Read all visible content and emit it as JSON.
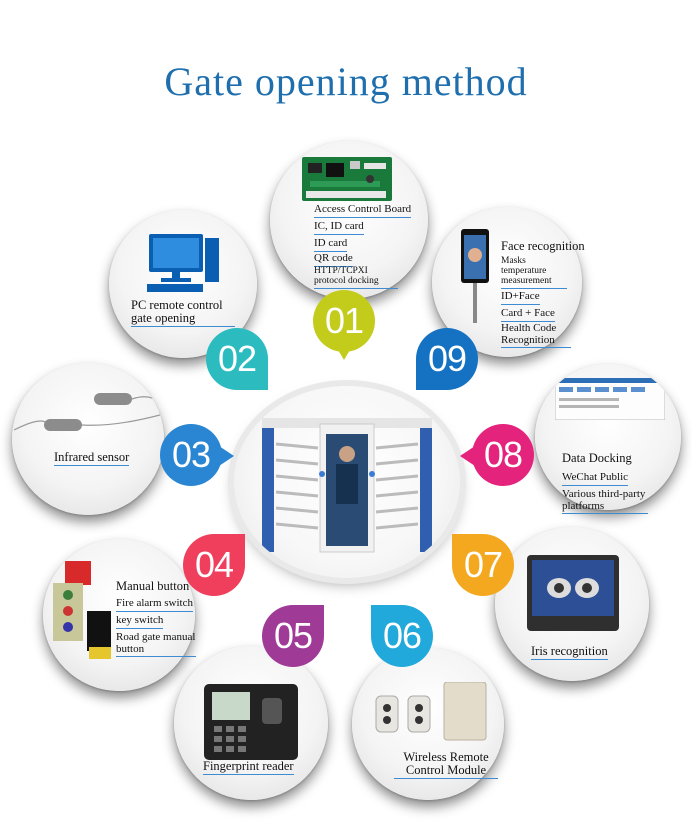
{
  "title": "Gate opening method",
  "colors": {
    "title": "#1f6fae",
    "m01": "#c4cc1b",
    "m02": "#2cbcc0",
    "m03": "#2a86d3",
    "m04": "#ef3f5d",
    "m05": "#a03a97",
    "m06": "#21a9dc",
    "m07": "#f4a81f",
    "m08": "#e4237d",
    "m09": "#1572c2"
  },
  "center": {
    "name": "turnstile-gate-image"
  },
  "methods": [
    {
      "num": "01",
      "heading": "Access Control Board",
      "items": [
        "IC, ID card",
        "ID card",
        "QR code",
        "HTTP/TCPXI protocol docking"
      ]
    },
    {
      "num": "02",
      "heading": "PC remote control gate opening",
      "items": []
    },
    {
      "num": "03",
      "heading": "Infrared sensor",
      "items": []
    },
    {
      "num": "04",
      "heading": "Manual button",
      "items": [
        "Fire alarm switch",
        "key switch",
        "Road gate manual button"
      ]
    },
    {
      "num": "05",
      "heading": "Fingerprint reader",
      "items": []
    },
    {
      "num": "06",
      "heading": "Wireless Remote Control Module",
      "items": []
    },
    {
      "num": "07",
      "heading": "Iris recognition",
      "items": []
    },
    {
      "num": "08",
      "heading": "Data Docking",
      "items": [
        "WeChat Public",
        "Various third-party platforms"
      ]
    },
    {
      "num": "09",
      "heading": "Face recognition",
      "items": [
        "Masks temperature measurement",
        "ID+Face",
        "Card + Face",
        "Health Code Recognition"
      ]
    }
  ]
}
